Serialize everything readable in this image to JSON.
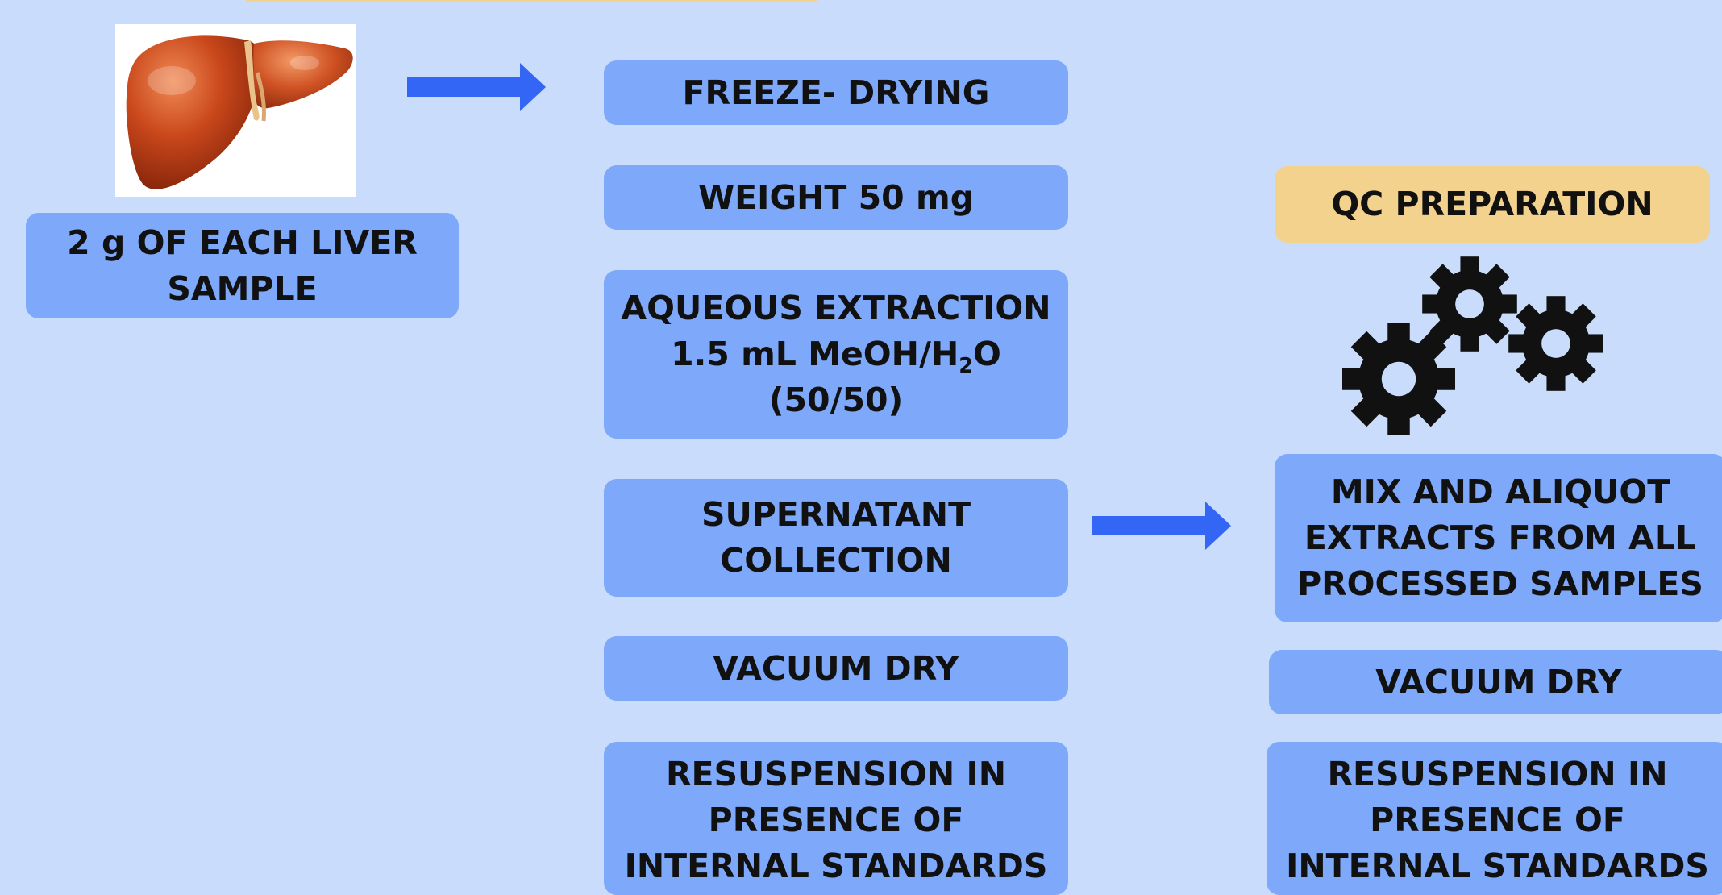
{
  "liver": {
    "image_name": "liver-illustration",
    "label": "2 g OF EACH LIVER\nSAMPLE"
  },
  "sample_steps": [
    "FREEZE- DRYING",
    "WEIGHT 50 mg",
    "AQUEOUS EXTRACTION",
    "SUPERNATANT\nCOLLECTION",
    "VACUUM DRY",
    "RESUSPENSION IN\nPRESENCE OF\nINTERNAL STANDARDS"
  ],
  "extraction_detail": {
    "line2_pre": "1.5 mL MeOH/H",
    "line2_sub": "2",
    "line2_post": "O",
    "line3": "(50/50)"
  },
  "qc": {
    "title": "QC PREPARATION",
    "icon": "gears-icon",
    "steps": [
      "MIX AND ALIQUOT\nEXTRACTS FROM ALL\nPROCESSED SAMPLES",
      "VACUUM DRY",
      "RESUSPENSION IN\nPRESENCE OF\nINTERNAL STANDARDS"
    ]
  },
  "colors": {
    "background": "#c9dcfb",
    "box": "#7ea8f9",
    "qc_header": "#f3d28d",
    "arrow": "#3366f5",
    "gear": "#111111"
  }
}
